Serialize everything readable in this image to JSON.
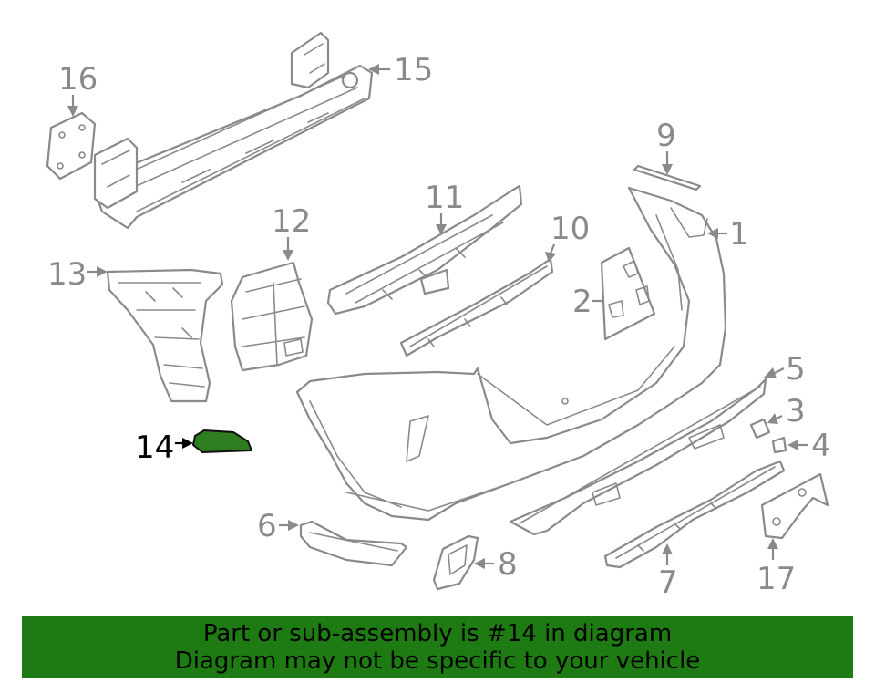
{
  "diagram": {
    "highlight_part": "14",
    "colors": {
      "line": "#8a8a8a",
      "highlight_fill": "#2e7d1e",
      "banner": "#1e7a12"
    },
    "callouts": {
      "p1": "1",
      "p2": "2",
      "p3": "3",
      "p4": "4",
      "p5": "5",
      "p6": "6",
      "p7": "7",
      "p8": "8",
      "p9": "9",
      "p10": "10",
      "p11": "11",
      "p12": "12",
      "p13": "13",
      "p14": "14",
      "p15": "15",
      "p16": "16",
      "p17": "17"
    }
  },
  "banner": {
    "line1": "Part or sub-assembly is #14 in diagram",
    "line2": "Diagram may not be specific to your vehicle"
  }
}
